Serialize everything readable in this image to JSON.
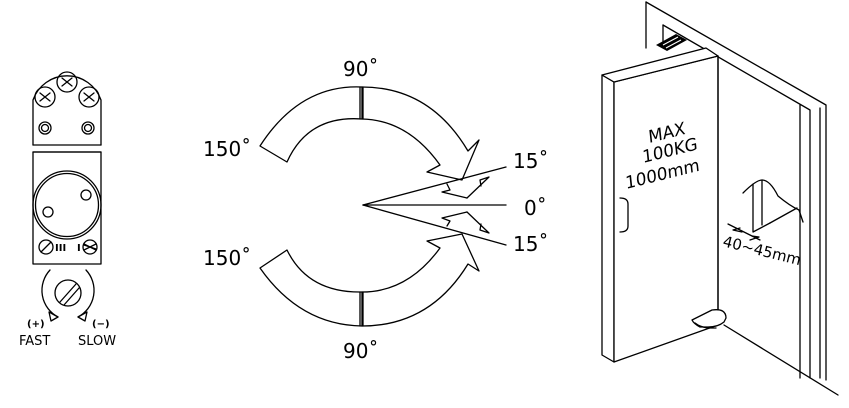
{
  "diagram": {
    "title": "Door closer / pivot hinge installation diagram",
    "stroke_color": "#000000",
    "background_color": "#ffffff"
  },
  "speed_adjust": {
    "valve_labels": [
      "III",
      "I"
    ],
    "fast": {
      "sign": "(+)",
      "label": "FAST"
    },
    "slow": {
      "sign": "(−)",
      "label": "SLOW"
    }
  },
  "angle_diagram": {
    "top_90": "90˚",
    "bottom_90": "90˚",
    "top_150": "150˚",
    "bottom_150": "150˚",
    "upper_15": "15˚",
    "zero": "0˚",
    "lower_15": "15˚"
  },
  "door": {
    "spec_line1": "MAX",
    "spec_line2": "100KG",
    "spec_line3": "1000mm",
    "thickness": "40~45mm"
  }
}
